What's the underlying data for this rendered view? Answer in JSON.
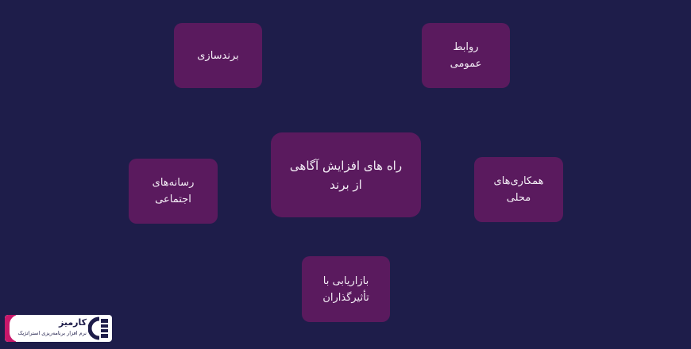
{
  "diagram": {
    "center": "راه های افزایش آگاهی\nاز برند",
    "nodes": {
      "branding": "برندسازی",
      "public_relations": "روابط\nعمومی",
      "social_media": "رسانه‌های\nاجتماعی",
      "local_partnerships": "همکاری‌های\nمحلی",
      "influencer_marketing": "بازاریابی با\nتأثیرگذاران"
    }
  },
  "logo": {
    "brand": "کارمیز",
    "tagline": "نرم افزار برنامه‌ریزی استراتژیک"
  },
  "colors": {
    "background": "#1e1d4a",
    "node_fill": "#5a1a5e",
    "node_text": "#f4eef6",
    "logo_accent": "#c9176a"
  }
}
